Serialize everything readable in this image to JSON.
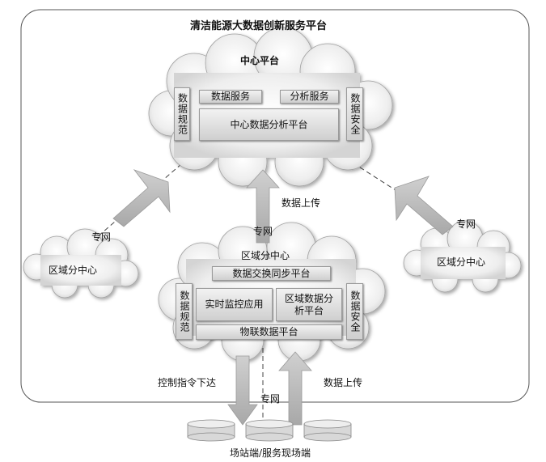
{
  "title": "清洁能源大数据创新服务平台",
  "center": {
    "title": "中心平台",
    "data_service": "数据服务",
    "analysis_service": "分析服务",
    "analysis_platform": "中心数据分析平台",
    "data_norm": "数据规范",
    "data_security": "数据安全"
  },
  "region": {
    "title": "区域分中心",
    "exchange": "数据交换同步平台",
    "realtime": "实时监控应用",
    "analysis": "区域数据分析平台",
    "iot": "物联数据平台",
    "data_norm": "数据规范",
    "data_security": "数据安全"
  },
  "left_region": "区域分中心",
  "right_region": "区域分中心",
  "labels": {
    "upload_top": "数据上传",
    "private_net_left": "专网",
    "private_net_right": "专网",
    "private_net_middle": "专网",
    "private_net_bottom": "专网",
    "control": "控制指令下达",
    "upload_bottom": "数据上传",
    "stations": "场站端/服务现场端"
  },
  "colors": {
    "cloud_fill": "#ececec",
    "arrow_fill": "#b9b9b9",
    "frame": "#555555"
  }
}
